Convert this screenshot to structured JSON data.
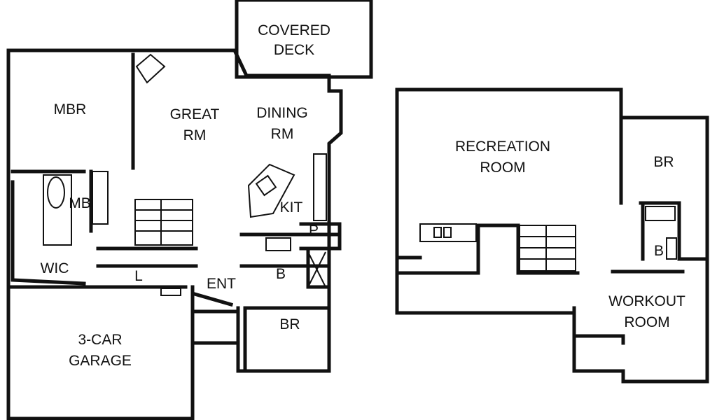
{
  "main_floor": {
    "rooms": {
      "covered_deck_1": "COVERED",
      "covered_deck_2": "DECK",
      "mbr": "MBR",
      "great_rm_1": "GREAT",
      "great_rm_2": "RM",
      "dining_rm_1": "DINING",
      "dining_rm_2": "RM",
      "mb": "MB",
      "kit": "KIT",
      "pantry": "P",
      "wic": "WIC",
      "laundry": "L",
      "ent": "ENT",
      "bath": "B",
      "br": "BR",
      "garage_1": "3-CAR",
      "garage_2": "GARAGE"
    }
  },
  "lower_floor": {
    "rooms": {
      "recreation_1": "RECREATION",
      "recreation_2": "ROOM",
      "br": "BR",
      "bath": "B",
      "workout_1": "WORKOUT",
      "workout_2": "ROOM"
    }
  }
}
